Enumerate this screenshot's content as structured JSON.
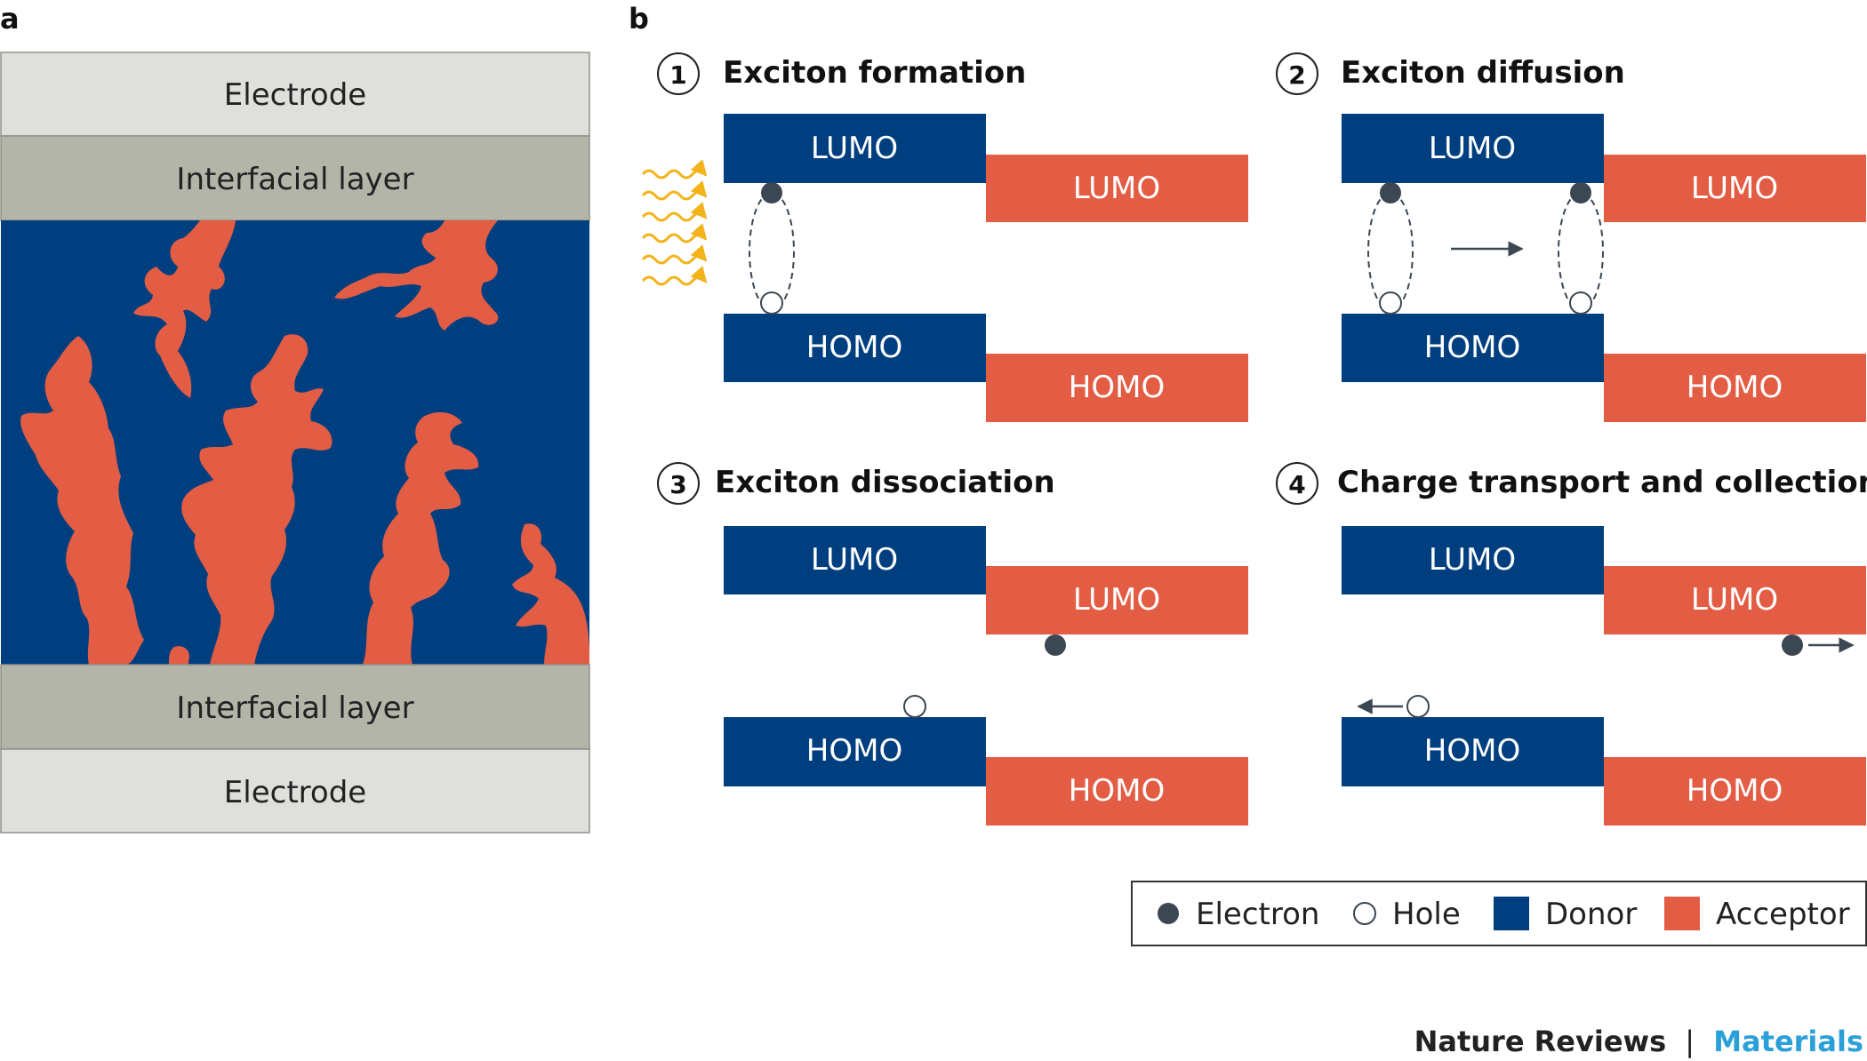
{
  "panel_a": {
    "label": "a",
    "layers": [
      "Electrode",
      "Interfacial layer",
      "Interfacial layer",
      "Electrode"
    ]
  },
  "panel_b": {
    "label": "b",
    "steps": [
      {
        "number": "1",
        "title": "Exciton formation",
        "donor_lumo": "LUMO",
        "donor_homo": "HOMO",
        "acceptor_lumo": "LUMO",
        "acceptor_homo": "HOMO"
      },
      {
        "number": "2",
        "title": "Exciton diffusion",
        "donor_lumo": "LUMO",
        "donor_homo": "HOMO",
        "acceptor_lumo": "LUMO",
        "acceptor_homo": "HOMO"
      },
      {
        "number": "3",
        "title": "Exciton dissociation",
        "donor_lumo": "LUMO",
        "donor_homo": "HOMO",
        "acceptor_lumo": "LUMO",
        "acceptor_homo": "HOMO"
      },
      {
        "number": "4",
        "title": "Charge transport and collection",
        "donor_lumo": "LUMO",
        "donor_homo": "HOMO",
        "acceptor_lumo": "LUMO",
        "acceptor_homo": "HOMO"
      }
    ]
  },
  "legend": {
    "electron": "Electron",
    "hole": "Hole",
    "donor": "Donor",
    "acceptor": "Acceptor"
  },
  "credit": {
    "journal": "Nature Reviews",
    "separator": "|",
    "section": "Materials"
  },
  "colors": {
    "donor": "#003f7f",
    "acceptor": "#e35c44",
    "electrode": "#dfe0dc",
    "interfacial": "#b3b5a8",
    "photon": "#f3b31b",
    "electron": "#3b4752",
    "section_accent": "#2a9fd8"
  }
}
